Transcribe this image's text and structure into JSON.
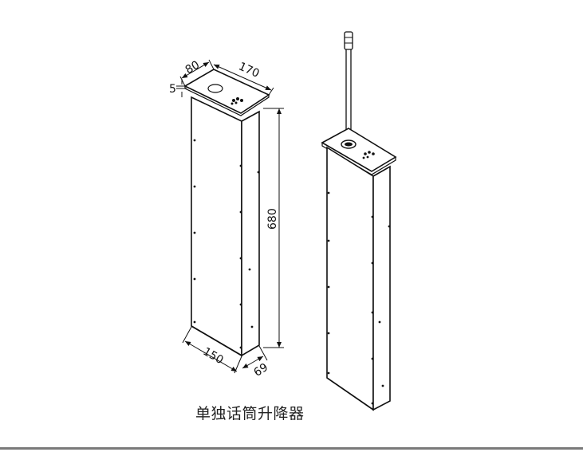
{
  "caption": "单独话筒升降器",
  "dimensions": {
    "top_depth": "80",
    "top_width": "170",
    "top_thickness": "5",
    "height": "680",
    "bottom_width": "150",
    "bottom_depth": "69"
  }
}
